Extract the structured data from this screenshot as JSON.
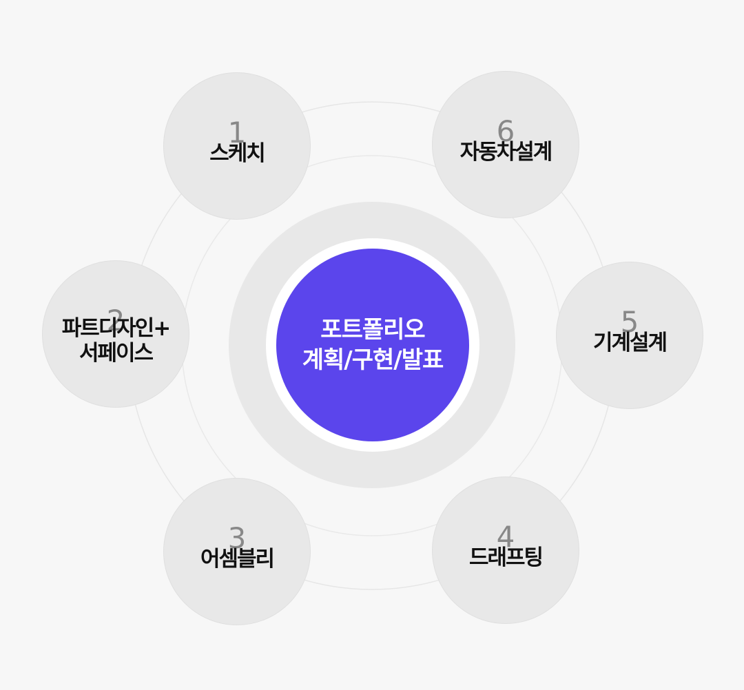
{
  "center": {
    "title": "포트폴리오",
    "subtitle": "계획/구현/발표"
  },
  "nodes": [
    {
      "number": "1",
      "label": "스케치"
    },
    {
      "number": "2",
      "label": "파트디자인+\n서페이스"
    },
    {
      "number": "3",
      "label": "어셈블리"
    },
    {
      "number": "4",
      "label": "드래프팅"
    },
    {
      "number": "5",
      "label": "기계설계"
    },
    {
      "number": "6",
      "label": "자동차설계"
    }
  ],
  "colors": {
    "background": "#f7f7f7",
    "accent": "#5b45ec",
    "node_fill": "#e8e8e8",
    "ring_line": "#e6e6e6"
  }
}
